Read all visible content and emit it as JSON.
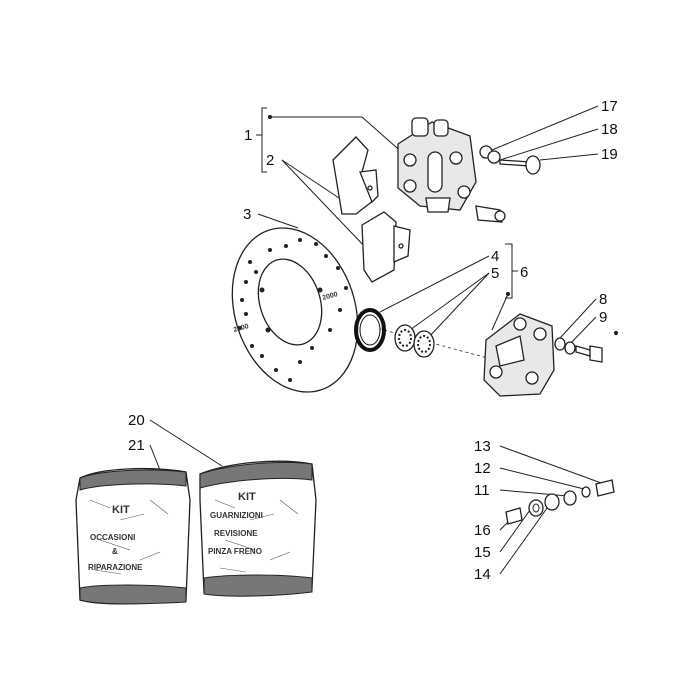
{
  "callouts": [
    {
      "id": "1",
      "text": "1"
    },
    {
      "id": "2",
      "text": "2"
    },
    {
      "id": "3",
      "text": "3"
    },
    {
      "id": "4",
      "text": "4"
    },
    {
      "id": "5",
      "text": "5"
    },
    {
      "id": "6",
      "text": "6"
    },
    {
      "id": "8",
      "text": "8"
    },
    {
      "id": "9",
      "text": "9"
    },
    {
      "id": "11",
      "text": "11"
    },
    {
      "id": "12",
      "text": "12"
    },
    {
      "id": "13",
      "text": "13"
    },
    {
      "id": "14",
      "text": "14"
    },
    {
      "id": "15",
      "text": "15"
    },
    {
      "id": "16",
      "text": "16"
    },
    {
      "id": "17",
      "text": "17"
    },
    {
      "id": "18",
      "text": "18"
    },
    {
      "id": "19",
      "text": "19"
    },
    {
      "id": "20",
      "text": "20"
    },
    {
      "id": "21",
      "text": "21"
    }
  ],
  "kit_bags": [
    {
      "id": "21",
      "lines": [
        "KIT",
        "OCCASIONI",
        "&",
        "RIPARAZIONE"
      ]
    },
    {
      "id": "20",
      "lines": [
        "KIT",
        "GUARNIZIONI",
        "REVISIONE",
        "PINZA FRENO"
      ]
    }
  ],
  "disc_stamp": "2000"
}
